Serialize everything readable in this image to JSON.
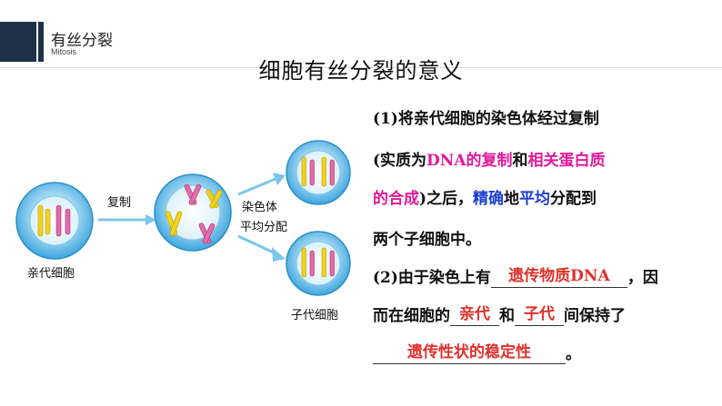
{
  "header": {
    "title": "有丝分裂",
    "subtitle": "Mitosis"
  },
  "page_title": "细胞有丝分裂的意义",
  "diagram": {
    "parent_label": "亲代细胞",
    "arrow1_label": "复制",
    "arrow2_line1": "染色体",
    "arrow2_line2": "平均分配",
    "daughter_label": "子代细胞"
  },
  "text": {
    "l1": "(1)将亲代细胞的染色体经过复制",
    "l2_open": "(实质为",
    "l2_dna": "DNA的复制",
    "l2_and": "和",
    "l2_rel": "相关蛋白质",
    "l3_syn": "的合成",
    "l3_after": ")之后，",
    "l3_prec": "精确",
    "l3_di": "地",
    "l3_avg": "平均",
    "l3_rest": "分配到",
    "l4": "两个子细胞中。",
    "l5_a": "(2)由于染色上有",
    "l5_blank": "遗传物质DNA",
    "l5_b": "，因",
    "l6_a": "而在细胞的",
    "l6_blank1": "亲代",
    "l6_b": "和",
    "l6_blank2": "子代",
    "l6_c": "间保持了",
    "l7_blank": "遗传性状的稳定性",
    "l7_end": "。"
  },
  "colors": {
    "navy": "#1f3148",
    "magenta": "#e0199a",
    "blue": "#1c3fd1",
    "red": "#e0302b",
    "cell": "#4fb3e6"
  }
}
